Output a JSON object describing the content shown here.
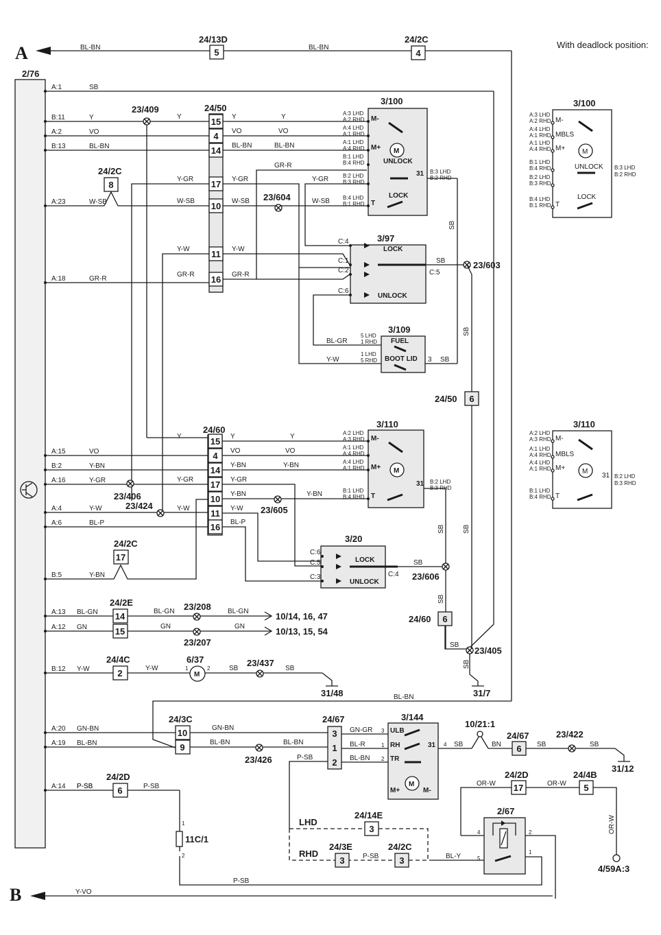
{
  "diagram": {
    "note": "With deadlock position:",
    "ref_A": "A",
    "ref_B": "B",
    "top_wire": {
      "left_label": "BL-BN",
      "right_label": "BL-BN",
      "c1": {
        "id": "24/13D",
        "pin": "5"
      },
      "c2": {
        "id": "24/2C",
        "pin": "4"
      }
    },
    "bottom_wire": {
      "label": "Y-VO"
    },
    "module": {
      "id": "2/76",
      "symbol": "transistor-icon"
    },
    "module_pins": [
      {
        "pin": "A:1",
        "color": "SB"
      },
      {
        "pin": "B:11",
        "color": "Y"
      },
      {
        "pin": "A:2",
        "color": "VO"
      },
      {
        "pin": "B:13",
        "color": "BL-BN"
      },
      {
        "pin": "A:23",
        "color": "W-SB"
      },
      {
        "pin": "A:18",
        "color": "GR-R"
      },
      {
        "pin": "A:15",
        "color": "VO"
      },
      {
        "pin": "B:2",
        "color": "Y-BN"
      },
      {
        "pin": "A:16",
        "color": "Y-GR"
      },
      {
        "pin": "A:4",
        "color": "Y-W"
      },
      {
        "pin": "A:6",
        "color": "BL-P"
      },
      {
        "pin": "B:5",
        "color": "Y-BN"
      },
      {
        "pin": "A:13",
        "color": "BL-GN"
      },
      {
        "pin": "A:12",
        "color": "GN"
      },
      {
        "pin": "B:12",
        "color": "Y-W"
      },
      {
        "pin": "A:20",
        "color": "GN-BN"
      },
      {
        "pin": "A:19",
        "color": "BL-BN"
      },
      {
        "pin": "A:14",
        "color": "P-SB"
      }
    ],
    "connector_2450": {
      "id": "24/50",
      "pins": [
        "15",
        "4",
        "14",
        "17",
        "10",
        "11",
        "16"
      ],
      "left_colors": [
        "Y",
        "",
        "",
        "Y-GR",
        "W-SB",
        "Y-W",
        "GR-R"
      ],
      "right_colors": [
        "Y",
        "VO",
        "BL-BN",
        "Y-GR",
        "W-SB",
        "Y-W",
        "GR-R"
      ]
    },
    "connector_2460": {
      "id": "24/60",
      "pins": [
        "15",
        "4",
        "14",
        "17",
        "10",
        "11",
        "16"
      ],
      "left_colors": [
        "Y",
        "",
        "",
        "Y-GR",
        "",
        "Y-W",
        ""
      ],
      "right_colors": [
        "Y",
        "VO",
        "Y-BN",
        "Y-GR",
        "Y-BN",
        "Y-W",
        "BL-P"
      ]
    },
    "splices": {
      "s409": "23/409",
      "s604": "23/604",
      "s603": "23/603",
      "s406": "23/406",
      "s424": "23/424",
      "s605": "23/605",
      "s606": "23/606",
      "s208": "23/208",
      "s207": "23/207",
      "s437": "23/437",
      "s405": "23/405",
      "s426": "23/426",
      "s422": "23/422"
    },
    "inline": {
      "c2c8": {
        "id": "24/2C",
        "pin": "8"
      },
      "c2c17": {
        "id": "24/2C",
        "pin": "17"
      },
      "c2e": {
        "id": "24/2E",
        "pins": [
          "14",
          "15"
        ]
      },
      "c4c": {
        "id": "24/4C",
        "pin": "2"
      },
      "c3c": {
        "id": "24/3C",
        "pins": [
          "10",
          "9"
        ]
      },
      "c2d6": {
        "id": "24/2D",
        "pin": "6"
      },
      "c50_6": {
        "id": "24/50",
        "pin": "6"
      },
      "c60_6": {
        "id": "24/60",
        "pin": "6"
      },
      "c67": {
        "id": "24/67",
        "pins": [
          "3",
          "1",
          "2"
        ]
      },
      "c67_6": {
        "id": "24/67",
        "pin": "6"
      },
      "c2d17": {
        "id": "24/2D",
        "pin": "17"
      },
      "c4b": {
        "id": "24/4B",
        "pin": "5"
      },
      "c14e": {
        "id": "24/14E",
        "pin": "3"
      },
      "c3e": {
        "id": "24/3E",
        "pin": "3"
      },
      "c2c3": {
        "id": "24/2C",
        "pin": "3"
      }
    },
    "lock_3100": {
      "id": "3/100",
      "pins": [
        [
          "A:3 LHD",
          "A:2 RHD"
        ],
        [
          "A:4 LHD",
          "A:1 RHD"
        ],
        [
          "A:1 LHD",
          "A:4 RHD"
        ],
        [
          "B:1 LHD",
          "B:4 RHD"
        ],
        [
          "B:2 LHD",
          "B:3 RHD"
        ],
        [
          "B:4 LHD",
          "B:1 RHD"
        ]
      ],
      "out": [
        "B:3 LHD",
        "B:2 RHD"
      ],
      "labels": {
        "m_minus": "M-",
        "m_plus": "M+",
        "unlock": "UNLOCK",
        "lock": "LOCK",
        "t": "T",
        "g31": "31",
        "motor": "M",
        "mbls": "MBLS"
      },
      "wires_in": [
        "Y",
        "VO",
        "BL-BN",
        "GR-R",
        "Y-GR",
        "W-SB"
      ],
      "out_wire": "SB"
    },
    "diode_397": {
      "id": "3/97",
      "pins": [
        "C:4",
        "C:1",
        "C:2",
        "C:6",
        "C:5"
      ],
      "lock": "LOCK",
      "unlock": "UNLOCK",
      "out_wire": "SB"
    },
    "switch_3109": {
      "id": "3/109",
      "pins": [
        [
          "5 LHD",
          "1 RHD"
        ],
        [
          "1 LHD",
          "5 RHD"
        ]
      ],
      "fuel": "FUEL",
      "boot": "BOOT LID",
      "pin3": "3",
      "wires": [
        "BL-GR",
        "Y-W",
        "SB"
      ]
    },
    "lock_3110": {
      "id": "3/110",
      "pins": [
        [
          "A:2 LHD",
          "A:3 RHD"
        ],
        [
          "A:1 LHD",
          "A:4 RHD"
        ],
        [
          "A:4 LHD",
          "A:1 RHD"
        ],
        [
          "B:1 LHD",
          "B:4 RHD"
        ]
      ],
      "out": [
        "B:2 LHD",
        "B:3 RHD"
      ],
      "wires_in": [
        "Y",
        "VO",
        "Y-BN",
        "Y-BN"
      ]
    },
    "diode_320": {
      "id": "3/20",
      "pins": [
        "C:6",
        "C:5",
        "C:3",
        "C:4"
      ],
      "lock": "LOCK",
      "unlock": "UNLOCK",
      "out_wire": "SB"
    },
    "destinations": {
      "d1": "10/14, 16, 47",
      "d2": "10/13, 15, 54"
    },
    "motor_637": {
      "id": "6/37",
      "pin1": "1",
      "pin2": "2",
      "symbol": "M"
    },
    "grounds": {
      "g48": "31/48",
      "g7": "31/7",
      "g12": "31/12"
    },
    "lock_3144": {
      "id": "3/144",
      "ulb": "ULB",
      "rh": "RH",
      "tr": "TR",
      "m_plus": "M+",
      "m_minus": "M-",
      "g31": "31",
      "pin_nums": [
        "3",
        "1",
        "2",
        "4"
      ],
      "wires": [
        "GN-GR",
        "BL-R",
        "BL-BN"
      ]
    },
    "fuse_1021": {
      "id": "10/21:1"
    },
    "fuse_11c": {
      "id": "11C/1",
      "p1": "1",
      "p2": "2"
    },
    "relay_267": {
      "id": "2/67",
      "pins": [
        "4",
        "2",
        "5",
        "1"
      ]
    },
    "terminal_459": {
      "id": "4/59A:3"
    },
    "variant": {
      "lhd": "LHD",
      "rhd": "RHD"
    },
    "misc_wires": {
      "sb": "SB",
      "bn": "BN",
      "bl_bn": "BL-BN",
      "or_w": "OR-W",
      "p_sb": "P-SB",
      "bl_y": "BL-Y",
      "gr_r": "GR-R",
      "y_gr": "Y-GR",
      "w_sb": "W-SB",
      "y_w": "Y-W",
      "y_bn": "Y-BN",
      "bl_p": "BL-P",
      "bl_gn": "BL-GN",
      "gn": "GN",
      "gn_bn": "GN-BN",
      "y": "Y"
    }
  }
}
